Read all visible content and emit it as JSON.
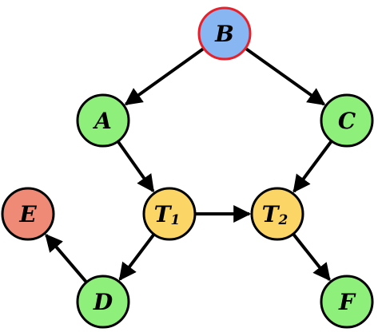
{
  "colors": {
    "green": "#8ef07a",
    "blue": "#88b6f2",
    "yellow": "#fbd566",
    "red_fill": "#ef8a76",
    "highlight_border": "#e8202a",
    "border": "#000000",
    "edge": "#000000"
  },
  "nodes": [
    {
      "id": "B",
      "label": "B",
      "sub": "",
      "color": "blue",
      "highlighted": true
    },
    {
      "id": "A",
      "label": "A",
      "sub": "",
      "color": "green",
      "highlighted": false
    },
    {
      "id": "C",
      "label": "C",
      "sub": "",
      "color": "green",
      "highlighted": false
    },
    {
      "id": "T1",
      "label": "T",
      "sub": "1",
      "color": "yellow",
      "highlighted": false
    },
    {
      "id": "T2",
      "label": "T",
      "sub": "2",
      "color": "yellow",
      "highlighted": false
    },
    {
      "id": "E",
      "label": "E",
      "sub": "",
      "color": "red_fill",
      "highlighted": false
    },
    {
      "id": "D",
      "label": "D",
      "sub": "",
      "color": "green",
      "highlighted": false
    },
    {
      "id": "F",
      "label": "F",
      "sub": "",
      "color": "green",
      "highlighted": false
    }
  ],
  "edges": [
    {
      "from": "B",
      "to": "A"
    },
    {
      "from": "B",
      "to": "C"
    },
    {
      "from": "A",
      "to": "T1"
    },
    {
      "from": "C",
      "to": "T2"
    },
    {
      "from": "T1",
      "to": "T2"
    },
    {
      "from": "T1",
      "to": "D"
    },
    {
      "from": "D",
      "to": "E"
    },
    {
      "from": "T2",
      "to": "F"
    }
  ]
}
